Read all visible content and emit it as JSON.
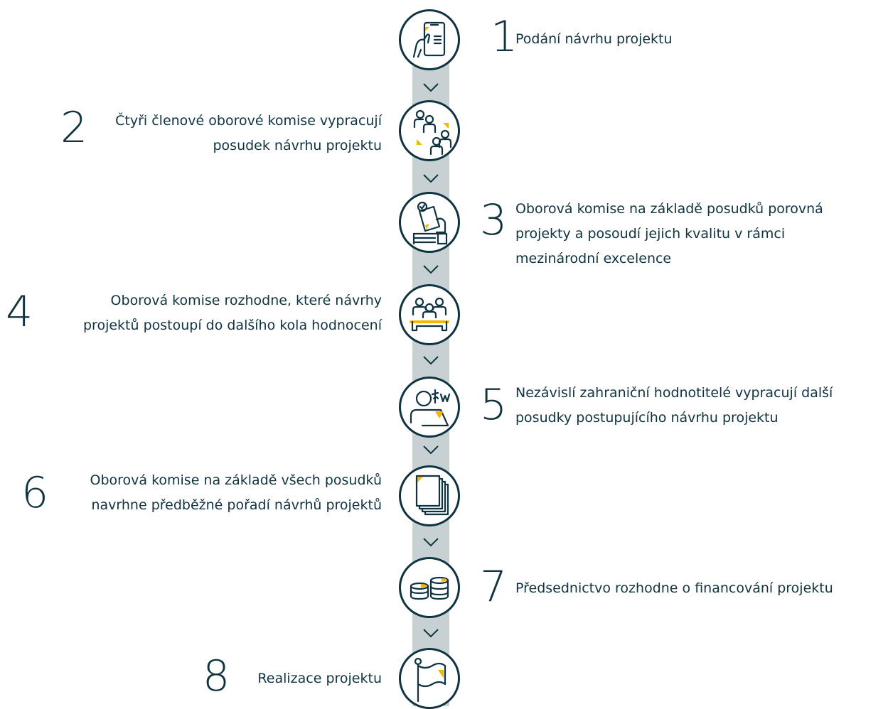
{
  "colors": {
    "navy": "#0f3340",
    "accent": "#f2b705",
    "spine": "#c7d1d4"
  },
  "steps": [
    {
      "number": "1",
      "lines": [
        "Podání návrhu projektu"
      ],
      "icon": "hand-phone-icon"
    },
    {
      "number": "2",
      "lines": [
        "Čtyři členové oborové komise vypracují",
        "posudek návrhu projektu"
      ],
      "icon": "four-people-icon"
    },
    {
      "number": "3",
      "lines": [
        "Oborová komise na základě posudků porovná",
        "projekty a posoudí jejich kvalitu v rámci",
        "mezinárodní excelence"
      ],
      "icon": "approval-document-icon"
    },
    {
      "number": "4",
      "lines": [
        "Oborová komise rozhodne, které návrhy",
        "projektů postoupí do dalšího kola hodnocení"
      ],
      "icon": "committee-table-icon"
    },
    {
      "number": "5",
      "lines": [
        "Nezávislí zahraniční hodnotitelé vypracují další",
        "posudky postupujícího návrhu projektu"
      ],
      "icon": "foreign-reviewer-icon"
    },
    {
      "number": "6",
      "lines": [
        "Oborová komise na základě všech posudků",
        "navrhne předběžné pořadí návrhů projektů"
      ],
      "icon": "document-stack-icon"
    },
    {
      "number": "7",
      "lines": [
        "Předsednictvo rozhodne o financování projektu"
      ],
      "icon": "coins-icon"
    },
    {
      "number": "8",
      "lines": [
        "Realizace projektu"
      ],
      "icon": "flag-icon"
    }
  ]
}
